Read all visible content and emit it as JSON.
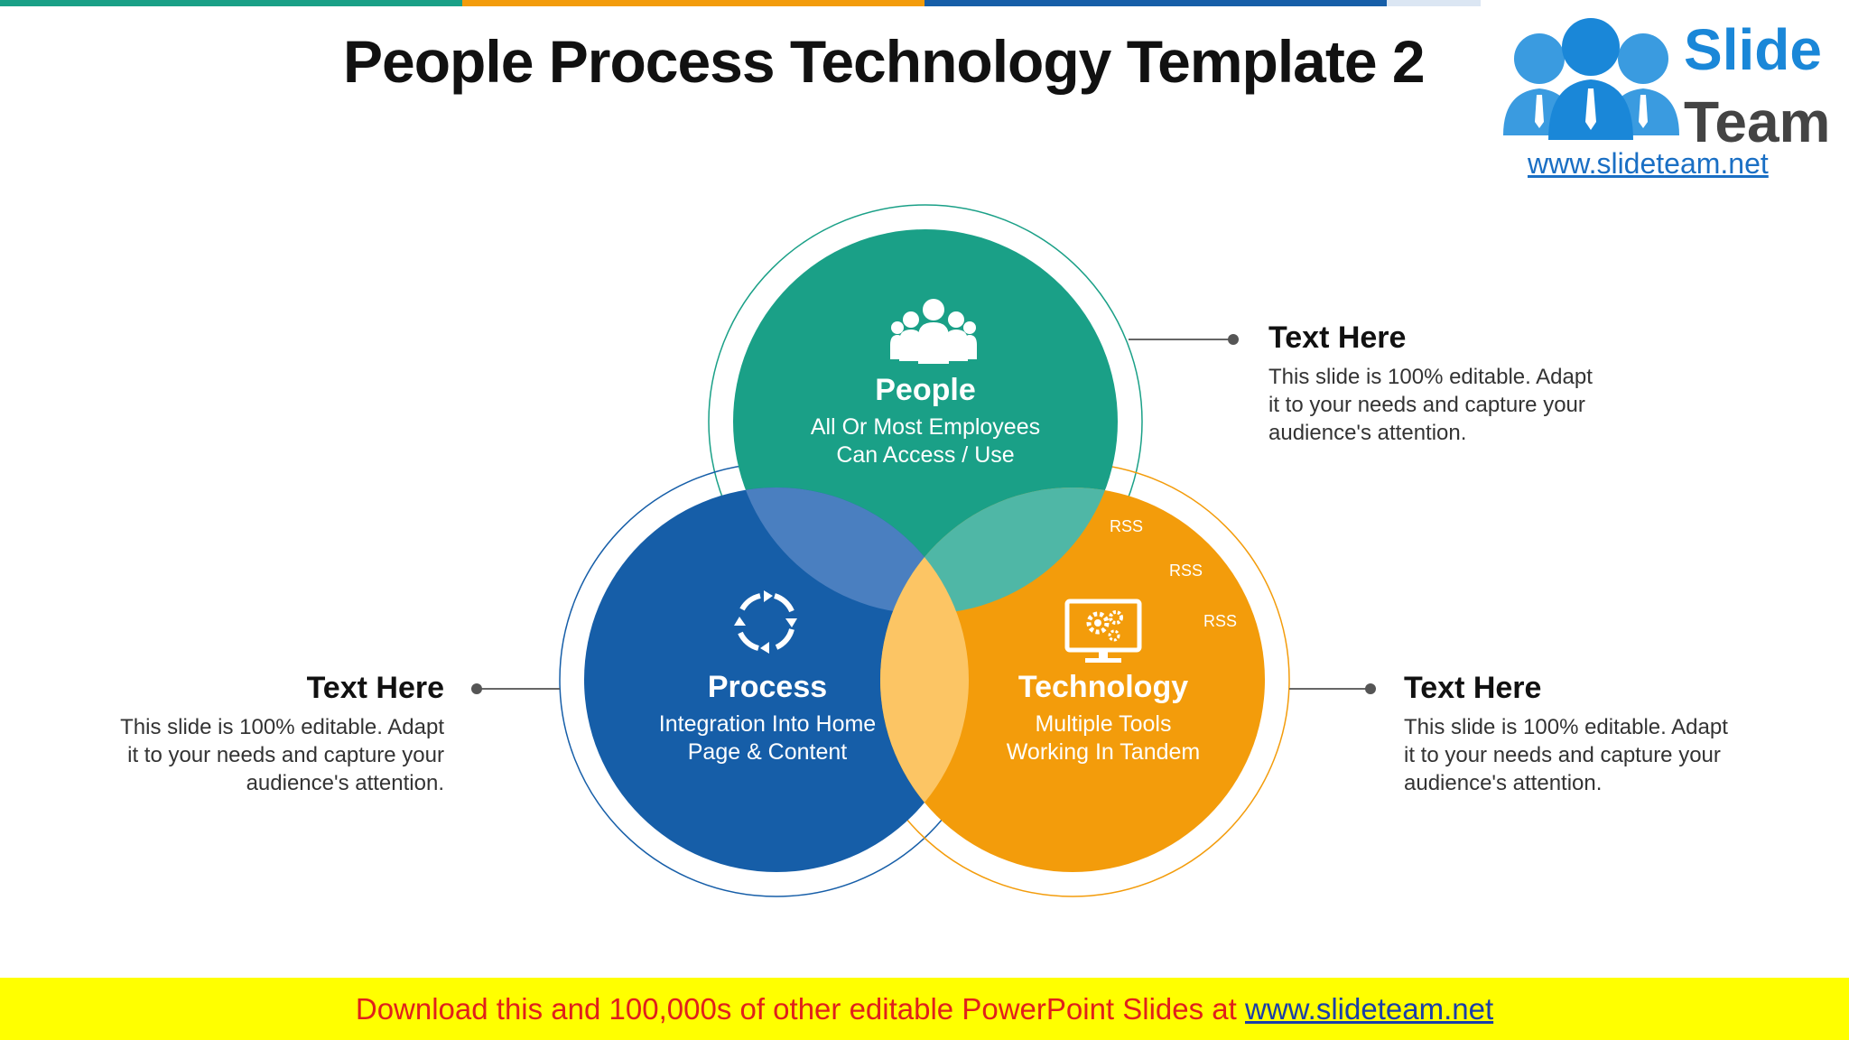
{
  "colors": {
    "people": "#1aa087",
    "process": "#165ea8",
    "technology": "#f39c0b",
    "overlap_people_process": "#4a7fc0",
    "overlap_people_technology": "#4fb7a6",
    "overlap_process_technology": "#fcc564",
    "top_bar": [
      "#1aa087",
      "#f39c0b",
      "#165ea8",
      "#dbe6f3"
    ],
    "footer_bg": "#ffff00",
    "footer_text": "#e0201b",
    "footer_link": "#1a3ea8"
  },
  "title": "People Process Technology Template 2",
  "logo": {
    "brand_line1": "Slide",
    "brand_line2": "Team",
    "url": "www.slideteam.net"
  },
  "circles": {
    "people": {
      "icon": "people-group-icon",
      "title": "People",
      "line1": "All Or Most Employees",
      "line2": "Can Access / Use"
    },
    "process": {
      "icon": "cycle-arrows-icon",
      "title": "Process",
      "line1": "Integration Into Home",
      "line2": "Page & Content"
    },
    "technology": {
      "icon": "monitor-gears-icon",
      "title": "Technology",
      "line1": "Multiple Tools",
      "line2": "Working In Tandem"
    }
  },
  "rss_labels": [
    "RSS",
    "RSS",
    "RSS"
  ],
  "callouts": {
    "top_right": {
      "title": "Text Here",
      "line1": "This slide is 100% editable. Adapt",
      "line2": "it to your needs and capture your",
      "line3": "audience's attention."
    },
    "left": {
      "title": "Text Here",
      "line1": "This slide is 100% editable. Adapt",
      "line2": "it to your needs and capture your",
      "line3": "audience's attention."
    },
    "right": {
      "title": "Text Here",
      "line1": "This slide is 100% editable. Adapt",
      "line2": "it to your needs and capture your",
      "line3": "audience's attention."
    }
  },
  "footer": {
    "text": "Download this and 100,000s of other editable PowerPoint Slides at ",
    "link": "www.slideteam.net"
  }
}
